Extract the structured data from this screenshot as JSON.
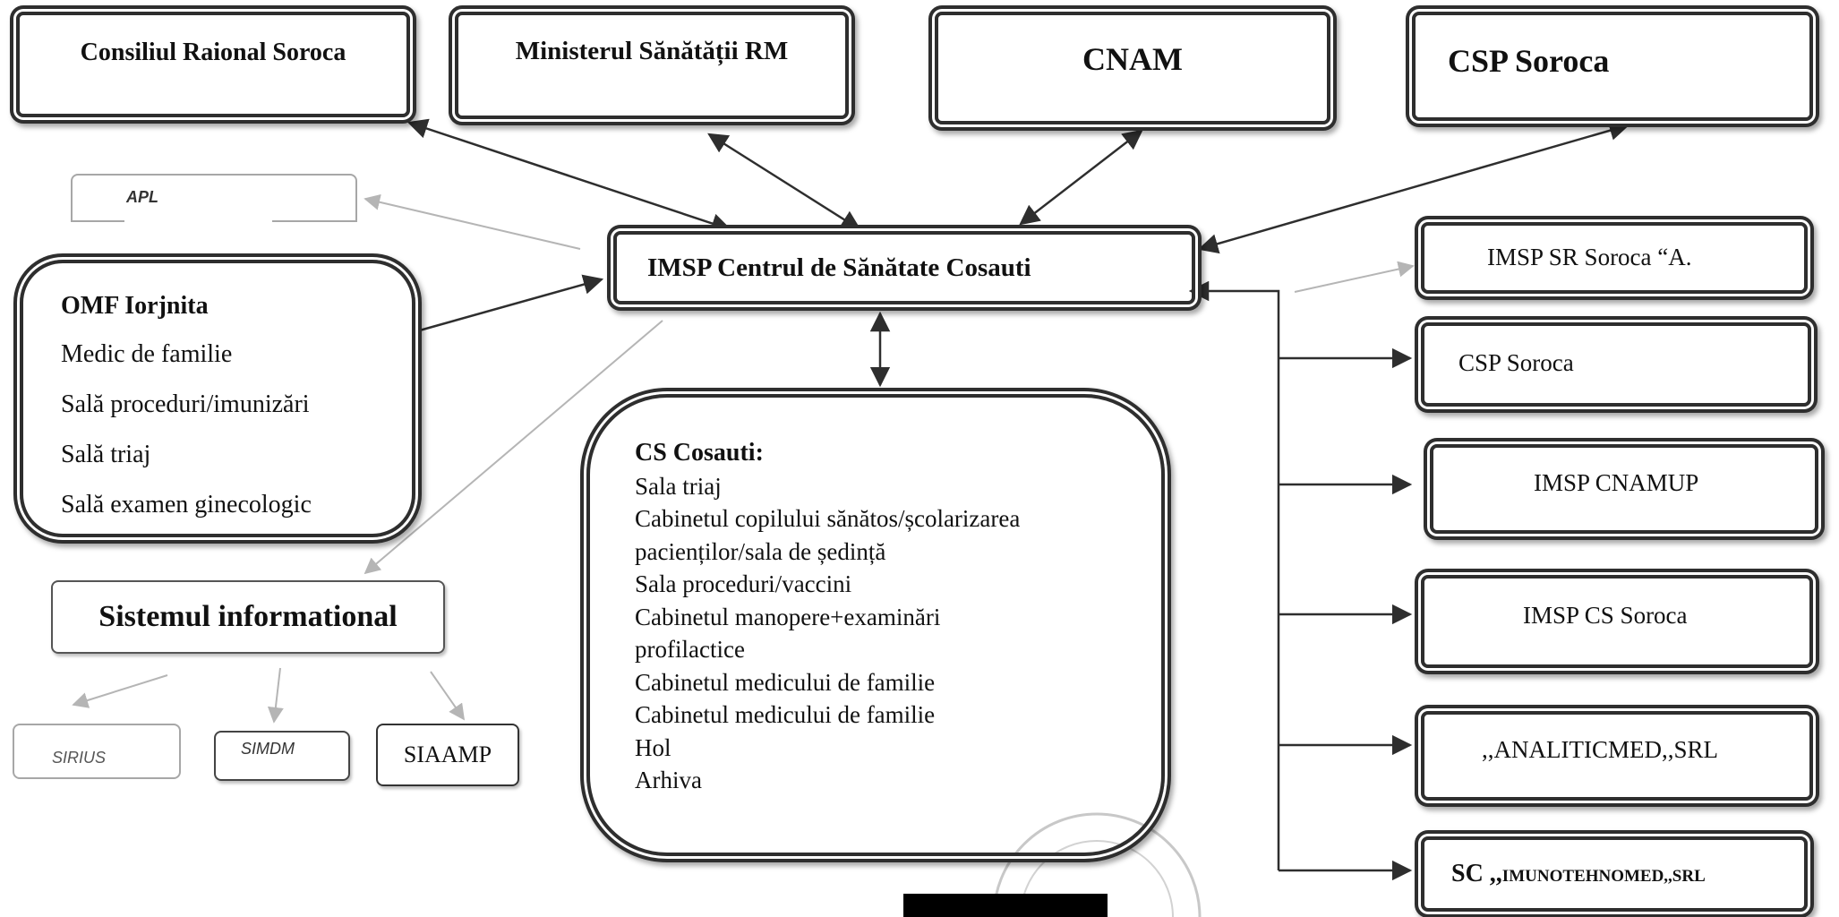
{
  "top": {
    "consiliu": "Consiliul Raional Soroca",
    "minister": "Ministerul Sănătății RM",
    "cnam": "CNAM",
    "csp": "CSP Soroca"
  },
  "apl": "APL",
  "center": "IMSP Centrul de Sănătate Cosauti",
  "omf": {
    "title": "OMF Iorjnita",
    "items": [
      "Medic de familie",
      "Sală proceduri/imunizări",
      "Sală triaj",
      "Sală examen ginecologic"
    ]
  },
  "sistem": {
    "title": "Sistemul informational",
    "children": [
      "SIRIUS",
      "SIMDM",
      "SIAAMP"
    ]
  },
  "cs": {
    "title": "CS Cosauti:",
    "items": [
      "Sala triaj",
      "Cabinetul copilului sănătos/școlarizarea",
      "pacienților/sala de ședință",
      "Sala proceduri/vaccini",
      "Cabinetul manopere+examinări",
      "profilactice",
      "Cabinetul  medicului de familie",
      "Cabinetul  medicului de familie",
      "Hol",
      "Arhiva"
    ]
  },
  "right": [
    "IMSP SR Soroca “A.",
    "CSP Soroca",
    "IMSP CNAMUP",
    "IMSP CS Soroca",
    ",,ANALITICMED,,SRL"
  ],
  "imuno": {
    "prefix": "SC ,,",
    "name": "IMUNOTEHNOMED,,SRL"
  },
  "colors": {
    "line": "#2e2e2e",
    "faint": "#b5b5b5",
    "redaction": "#000000"
  }
}
